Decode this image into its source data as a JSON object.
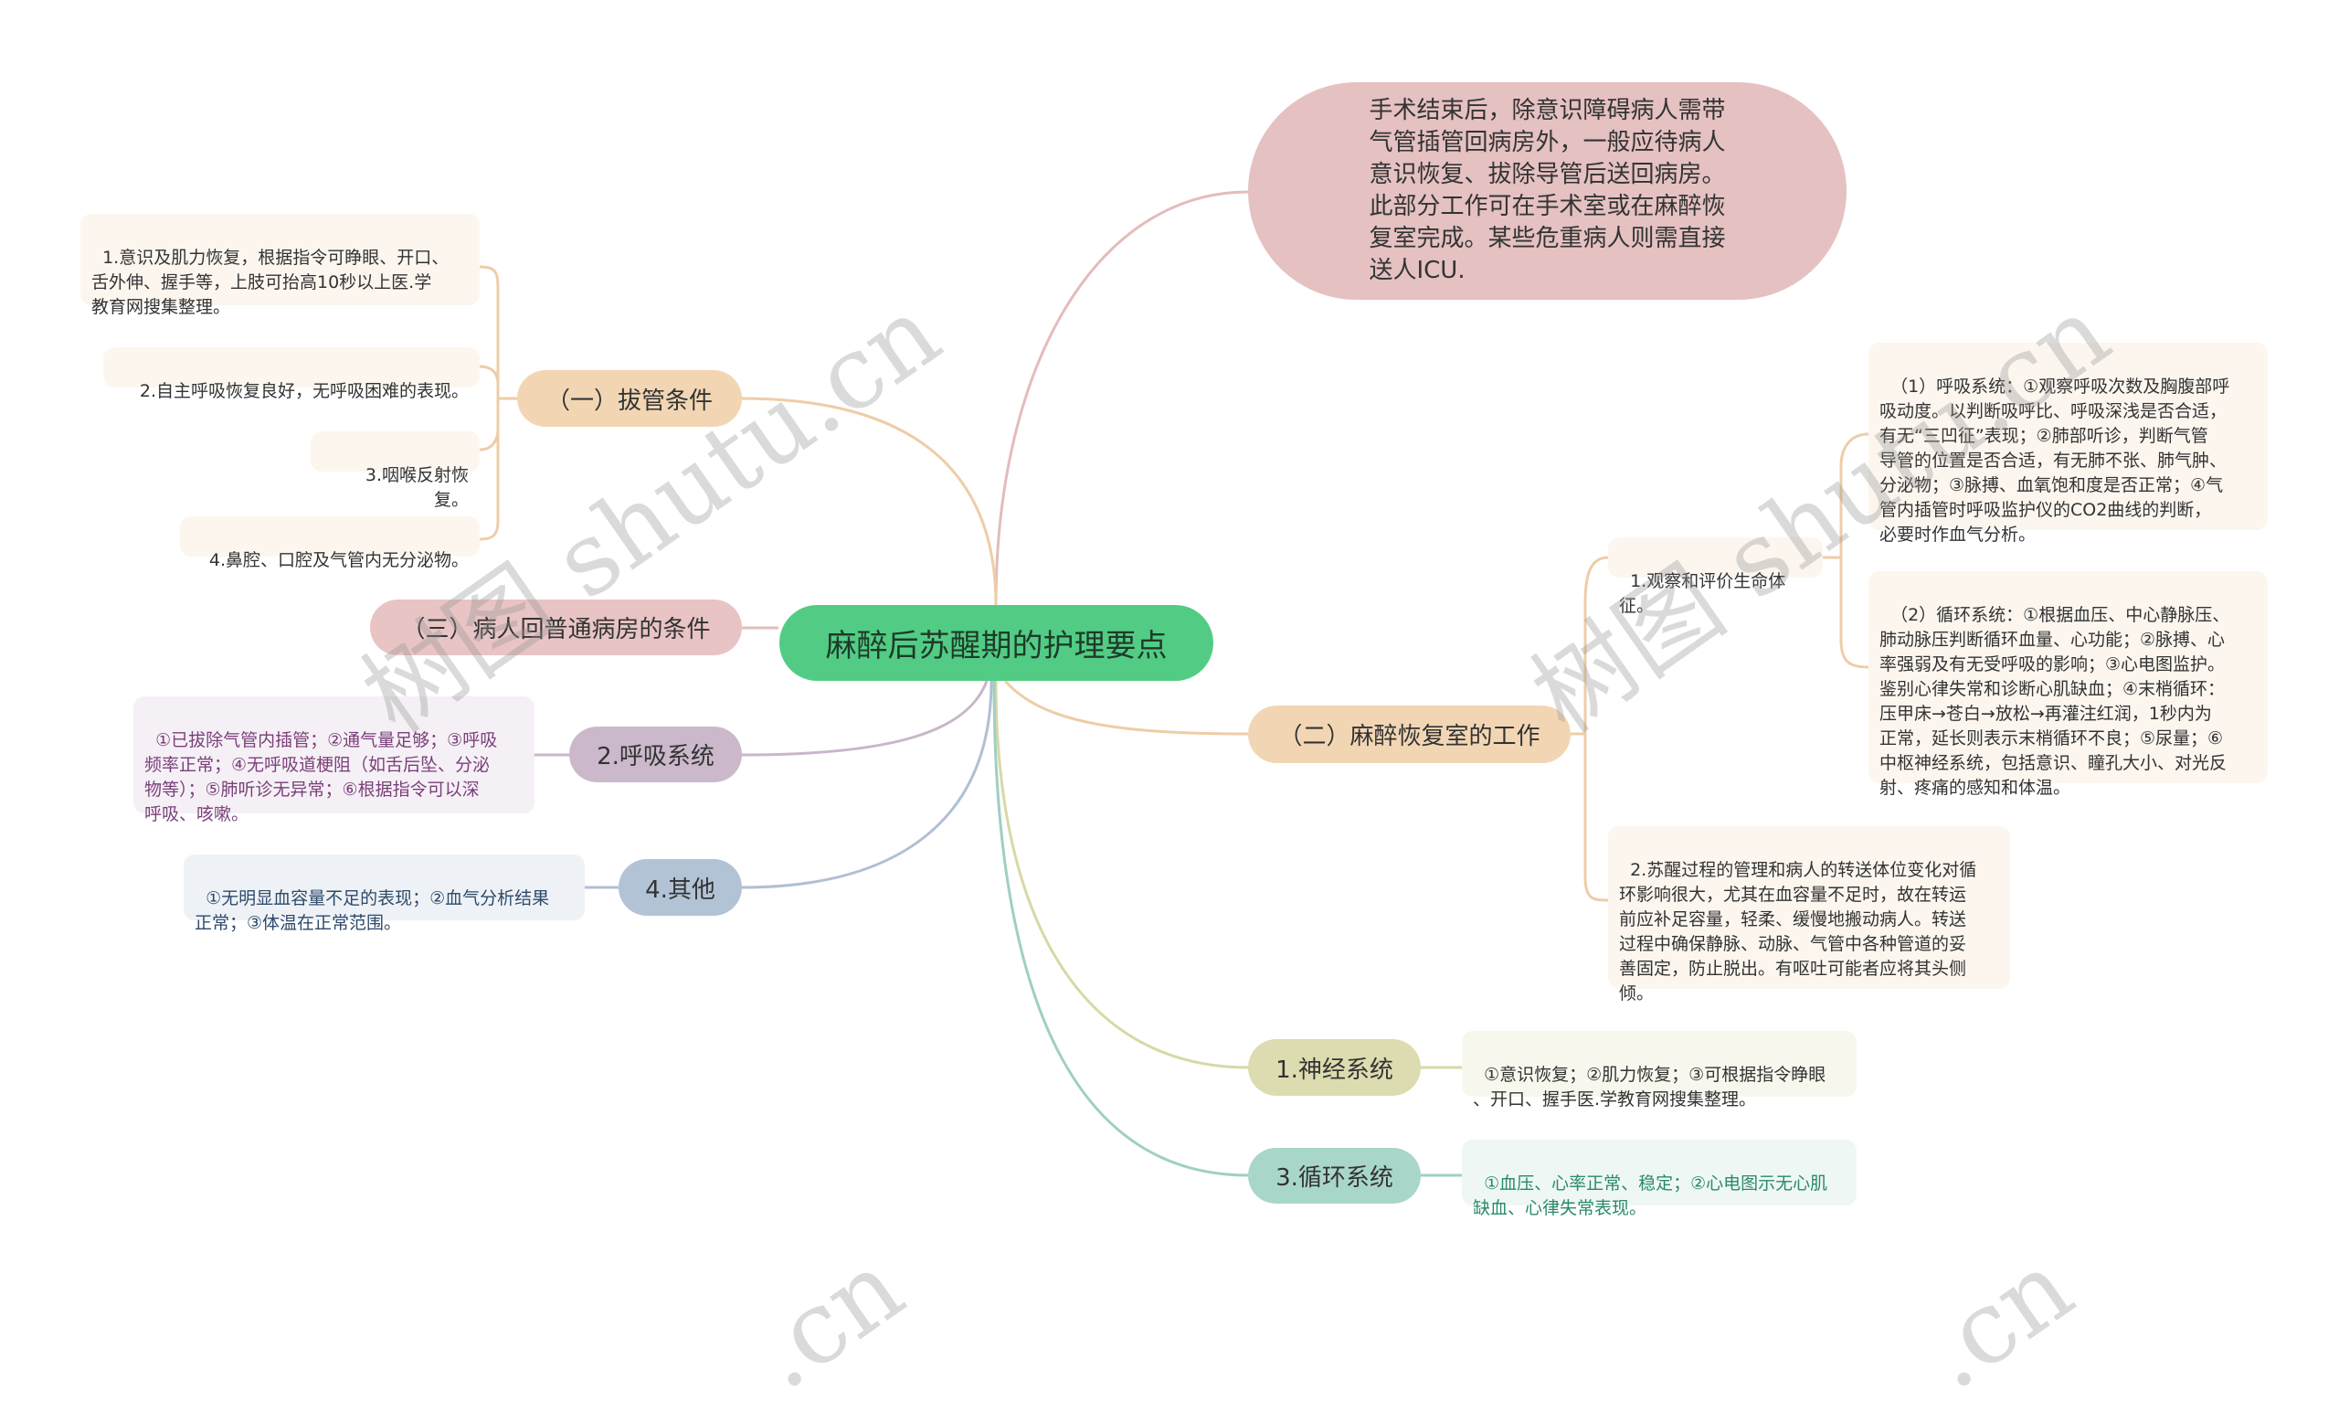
{
  "center": {
    "label": "麻醉后苏醒期的护理要点",
    "color": "#52cc84"
  },
  "branches": {
    "intro": {
      "text": "手术结束后，除意识障碍病人需带\n气管插管回病房外，一般应待病人\n意识恢复、拔除导管后送回病房。\n此部分工作可在手术室或在麻醉恢\n复室完成。某些危重病人则需直接\n送人ICU.",
      "color": "#e5c1c1"
    },
    "extubation": {
      "label": "（一）拔管条件",
      "color": "#f2d6b4",
      "items": [
        "1.意识及肌力恢复，根据指令可睁眼、开口、\n舌外伸、握手等，上肢可抬高10秒以上医.学\n教育网搜集整理。",
        "2.自主呼吸恢复良好，无呼吸困难的表现。",
        "3.咽喉反射恢复。",
        "4.鼻腔、口腔及气管内无分泌物。"
      ]
    },
    "ward_return": {
      "label": "（三）病人回普通病房的条件",
      "color": "#e8c4c4"
    },
    "respiratory": {
      "label": "2.呼吸系统",
      "color": "#cbb9cb",
      "detail": "①已拔除气管内插管；②通气量足够；③呼吸\n频率正常；④无呼吸道梗阻（如舌后坠、分泌\n物等）；⑤肺听诊无异常；⑥根据指令可以深\n呼吸、咳嗽。"
    },
    "other": {
      "label": "4.其他",
      "color": "#b3c3d6",
      "detail": "①无明显血容量不足的表现；②血气分析结果\n正常；③体温在正常范围。"
    },
    "recovery_room": {
      "label": "（二）麻醉恢复室的工作",
      "color": "#f2d6b4",
      "sub1": {
        "label": "1.观察和评价生命体征。",
        "items": [
          "（1）呼吸系统：①观察呼吸次数及胸腹部呼\n吸动度。以判断吸呼比、呼吸深浅是否合适，\n有无“三凹征”表现；②肺部听诊，判断气管\n导管的位置是否合适，有无肺不张、肺气肿、\n分泌物；③脉搏、血氧饱和度是否正常；④气\n管内插管时呼吸监护仪的CO2曲线的判断，\n必要时作血气分析。",
          "（2）循环系统：①根据血压、中心静脉压、\n肺动脉压判断循环血量、心功能；②脉搏、心\n率强弱及有无受呼吸的影响；③心电图监护。\n鉴别心律失常和诊断心肌缺血；④末梢循环：\n压甲床→苍白→放松→再灌注红润，1秒内为\n正常，延长则表示末梢循环不良；⑤尿量；⑥\n中枢神经系统，包括意识、瞳孔大小、对光反\n射、疼痛的感知和体温。"
        ]
      },
      "sub2": {
        "label": "2.苏醒过程的管理和病人的转送体位变化对循\n环影响很大，尤其在血容量不足时，故在转运\n前应补足容量，轻柔、缓慢地搬动病人。转送\n过程中确保静脉、动脉、气管中各种管道的妥\n善固定，防止脱出。有呕吐可能者应将其头侧\n倾。"
      }
    },
    "neuro": {
      "label": "1.神经系统",
      "color": "#dcdcb0",
      "detail": "①意识恢复；②肌力恢复；③可根据指令睁眼\n、开口、握手医.学教育网搜集整理。"
    },
    "circulation": {
      "label": "3.循环系统",
      "color": "#a9d6cb",
      "detail": "①血压、心率正常、稳定；②心电图示无心肌\n缺血、心律失常表现。"
    }
  },
  "watermark": {
    "text1": "树图 shutu.cn",
    "text2": ".cn"
  }
}
